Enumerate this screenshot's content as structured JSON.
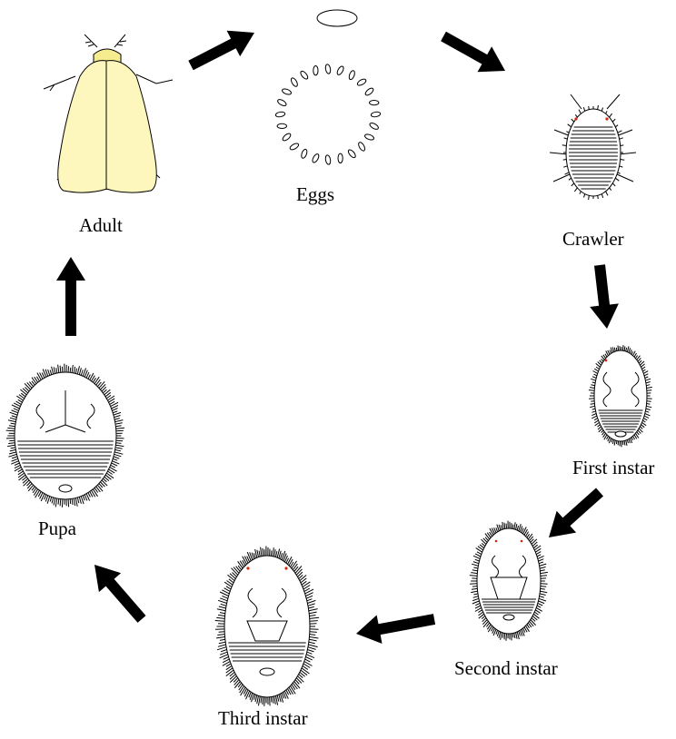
{
  "stages": [
    {
      "id": "adult",
      "label": "Adult"
    },
    {
      "id": "eggs",
      "label": "Eggs"
    },
    {
      "id": "crawler",
      "label": "Crawler"
    },
    {
      "id": "first",
      "label": "First instar"
    },
    {
      "id": "second",
      "label": "Second instar"
    },
    {
      "id": "third",
      "label": "Third instar"
    },
    {
      "id": "pupa",
      "label": "Pupa"
    }
  ],
  "colors": {
    "wing_fill": "#fdf7be",
    "body_fill": "#f5ec90",
    "outline": "#000000",
    "eye": "#d12a10",
    "arrow": "#000000"
  }
}
